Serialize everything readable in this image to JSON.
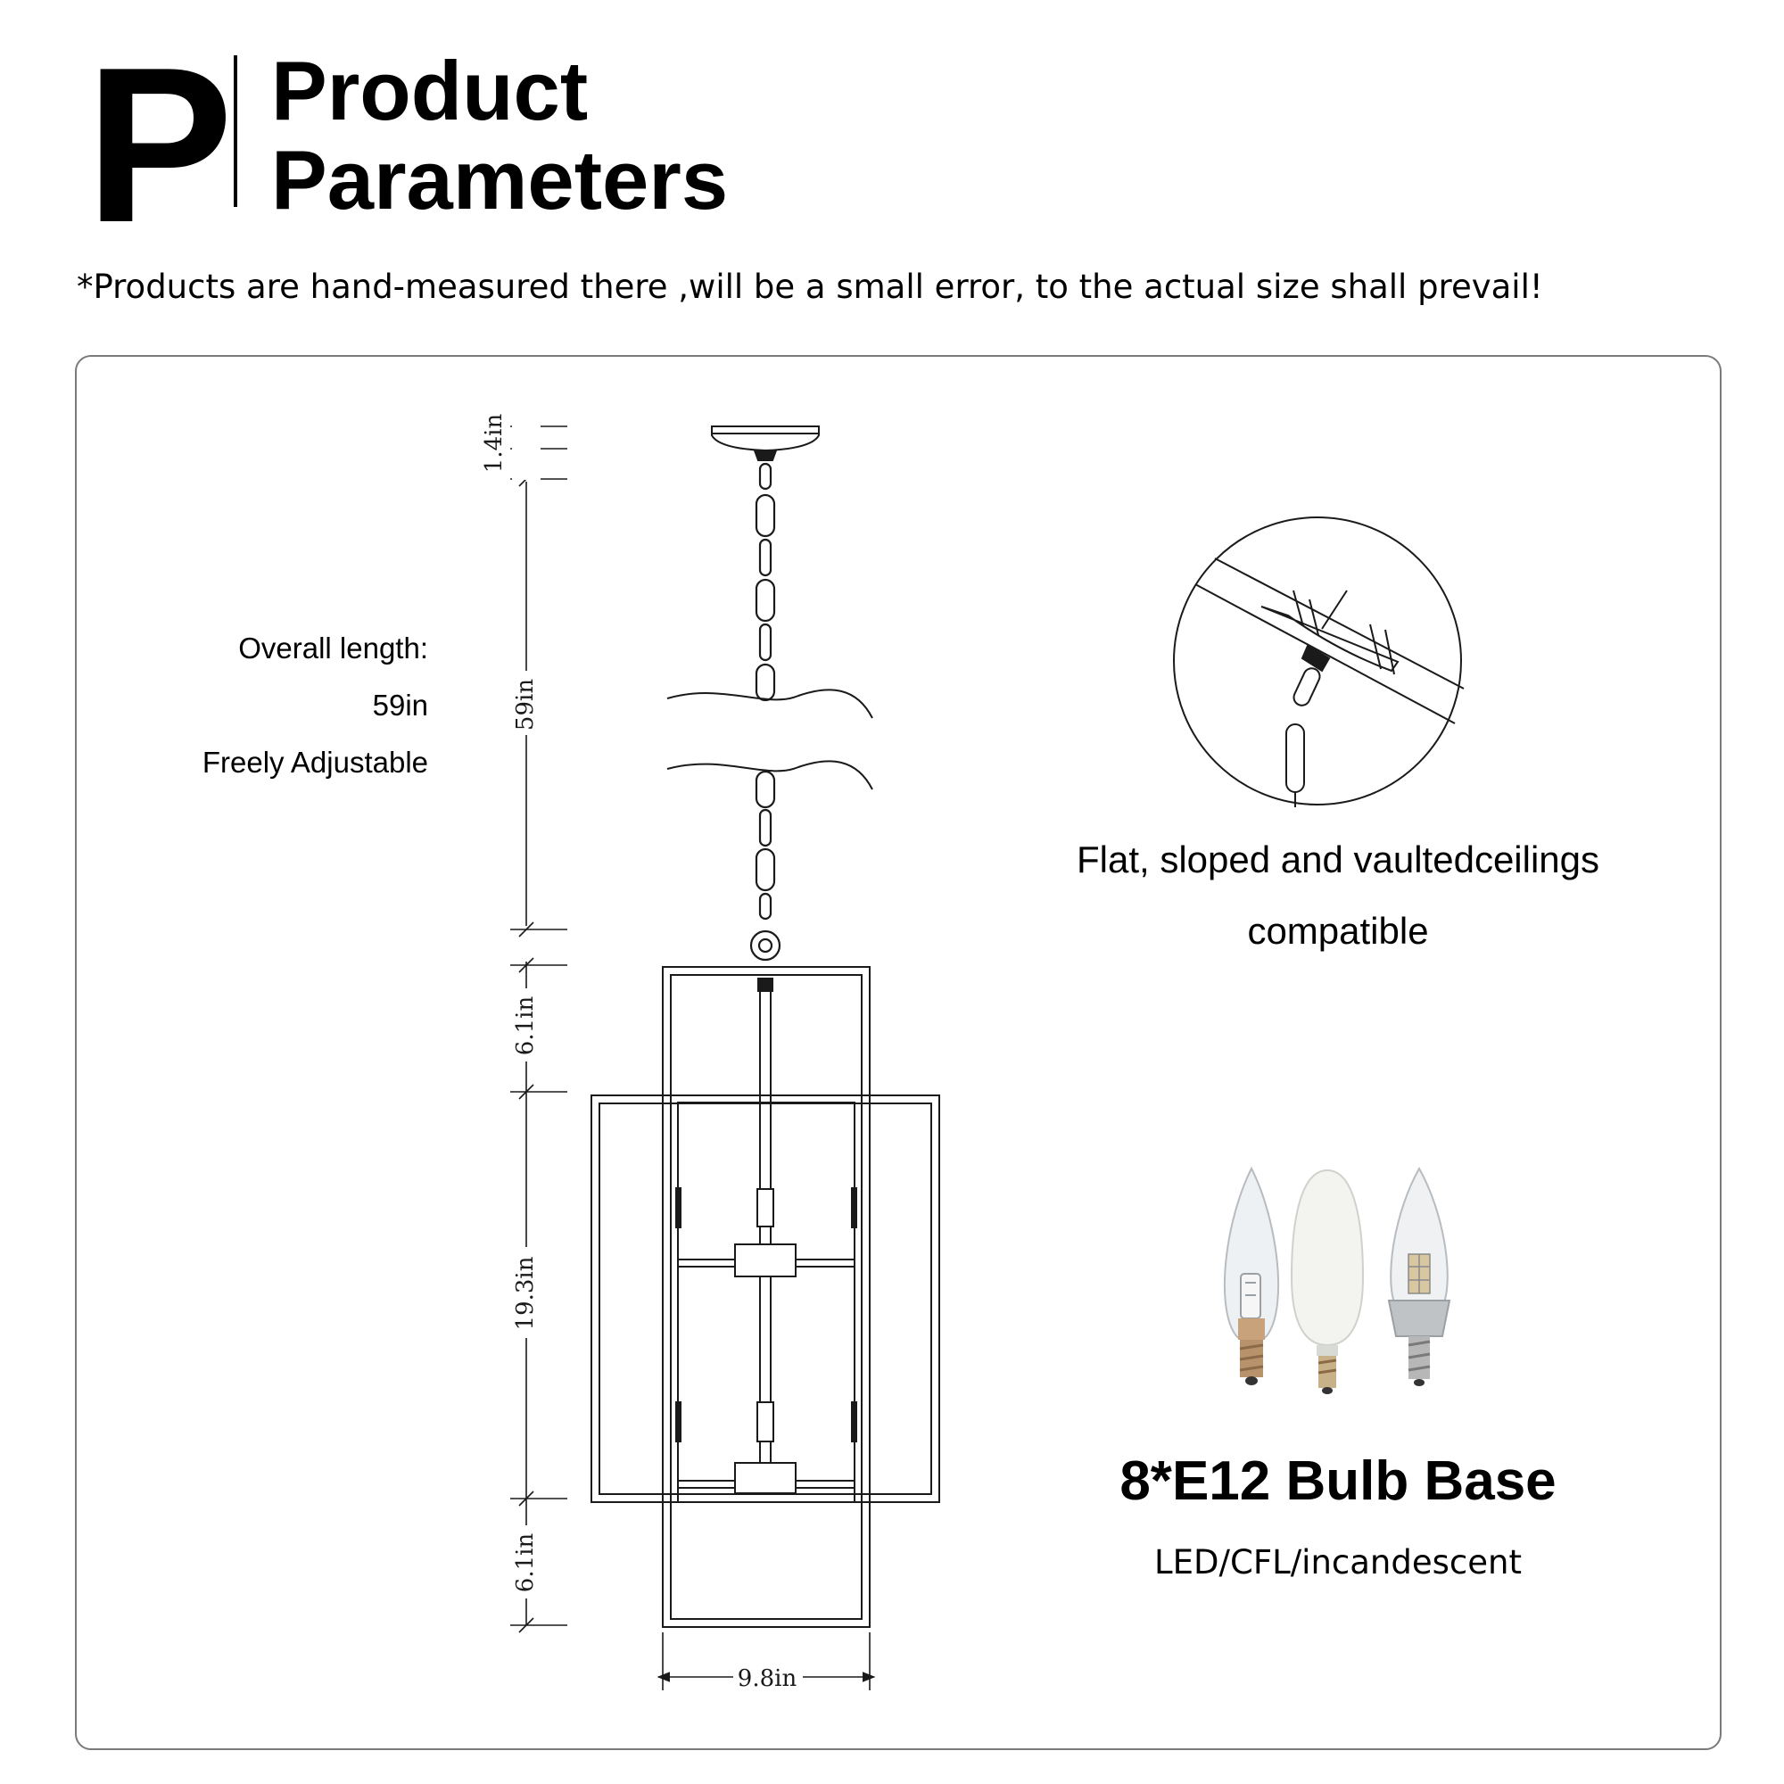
{
  "header": {
    "letter": "P",
    "title_line1": "Product",
    "title_line2": "Parameters"
  },
  "disclaimer": "*Products are hand-measured there ,will be a small error, to the actual size shall prevail!",
  "overall": {
    "line1": "Overall length:",
    "line2": "59in",
    "line3": "Freely Adjustable"
  },
  "dimensions": {
    "canopy": "1.4in",
    "chain": "59in",
    "top_section": "6.1in",
    "middle_section": "19.3in",
    "bottom_section": "6.1in",
    "width": "9.8in"
  },
  "ceiling": {
    "line1": "Flat, sloped and vaultedceilings",
    "line2": "compatible"
  },
  "bulbs": {
    "heading": "8*E12 Bulb Base",
    "types": "LED/CFL/incandescent",
    "icons": [
      "halogen-bulb-icon",
      "cfl-bulb-icon",
      "led-bulb-icon"
    ]
  },
  "colors": {
    "line": "#1a1a1a",
    "panel_border": "#7a7a7a"
  }
}
